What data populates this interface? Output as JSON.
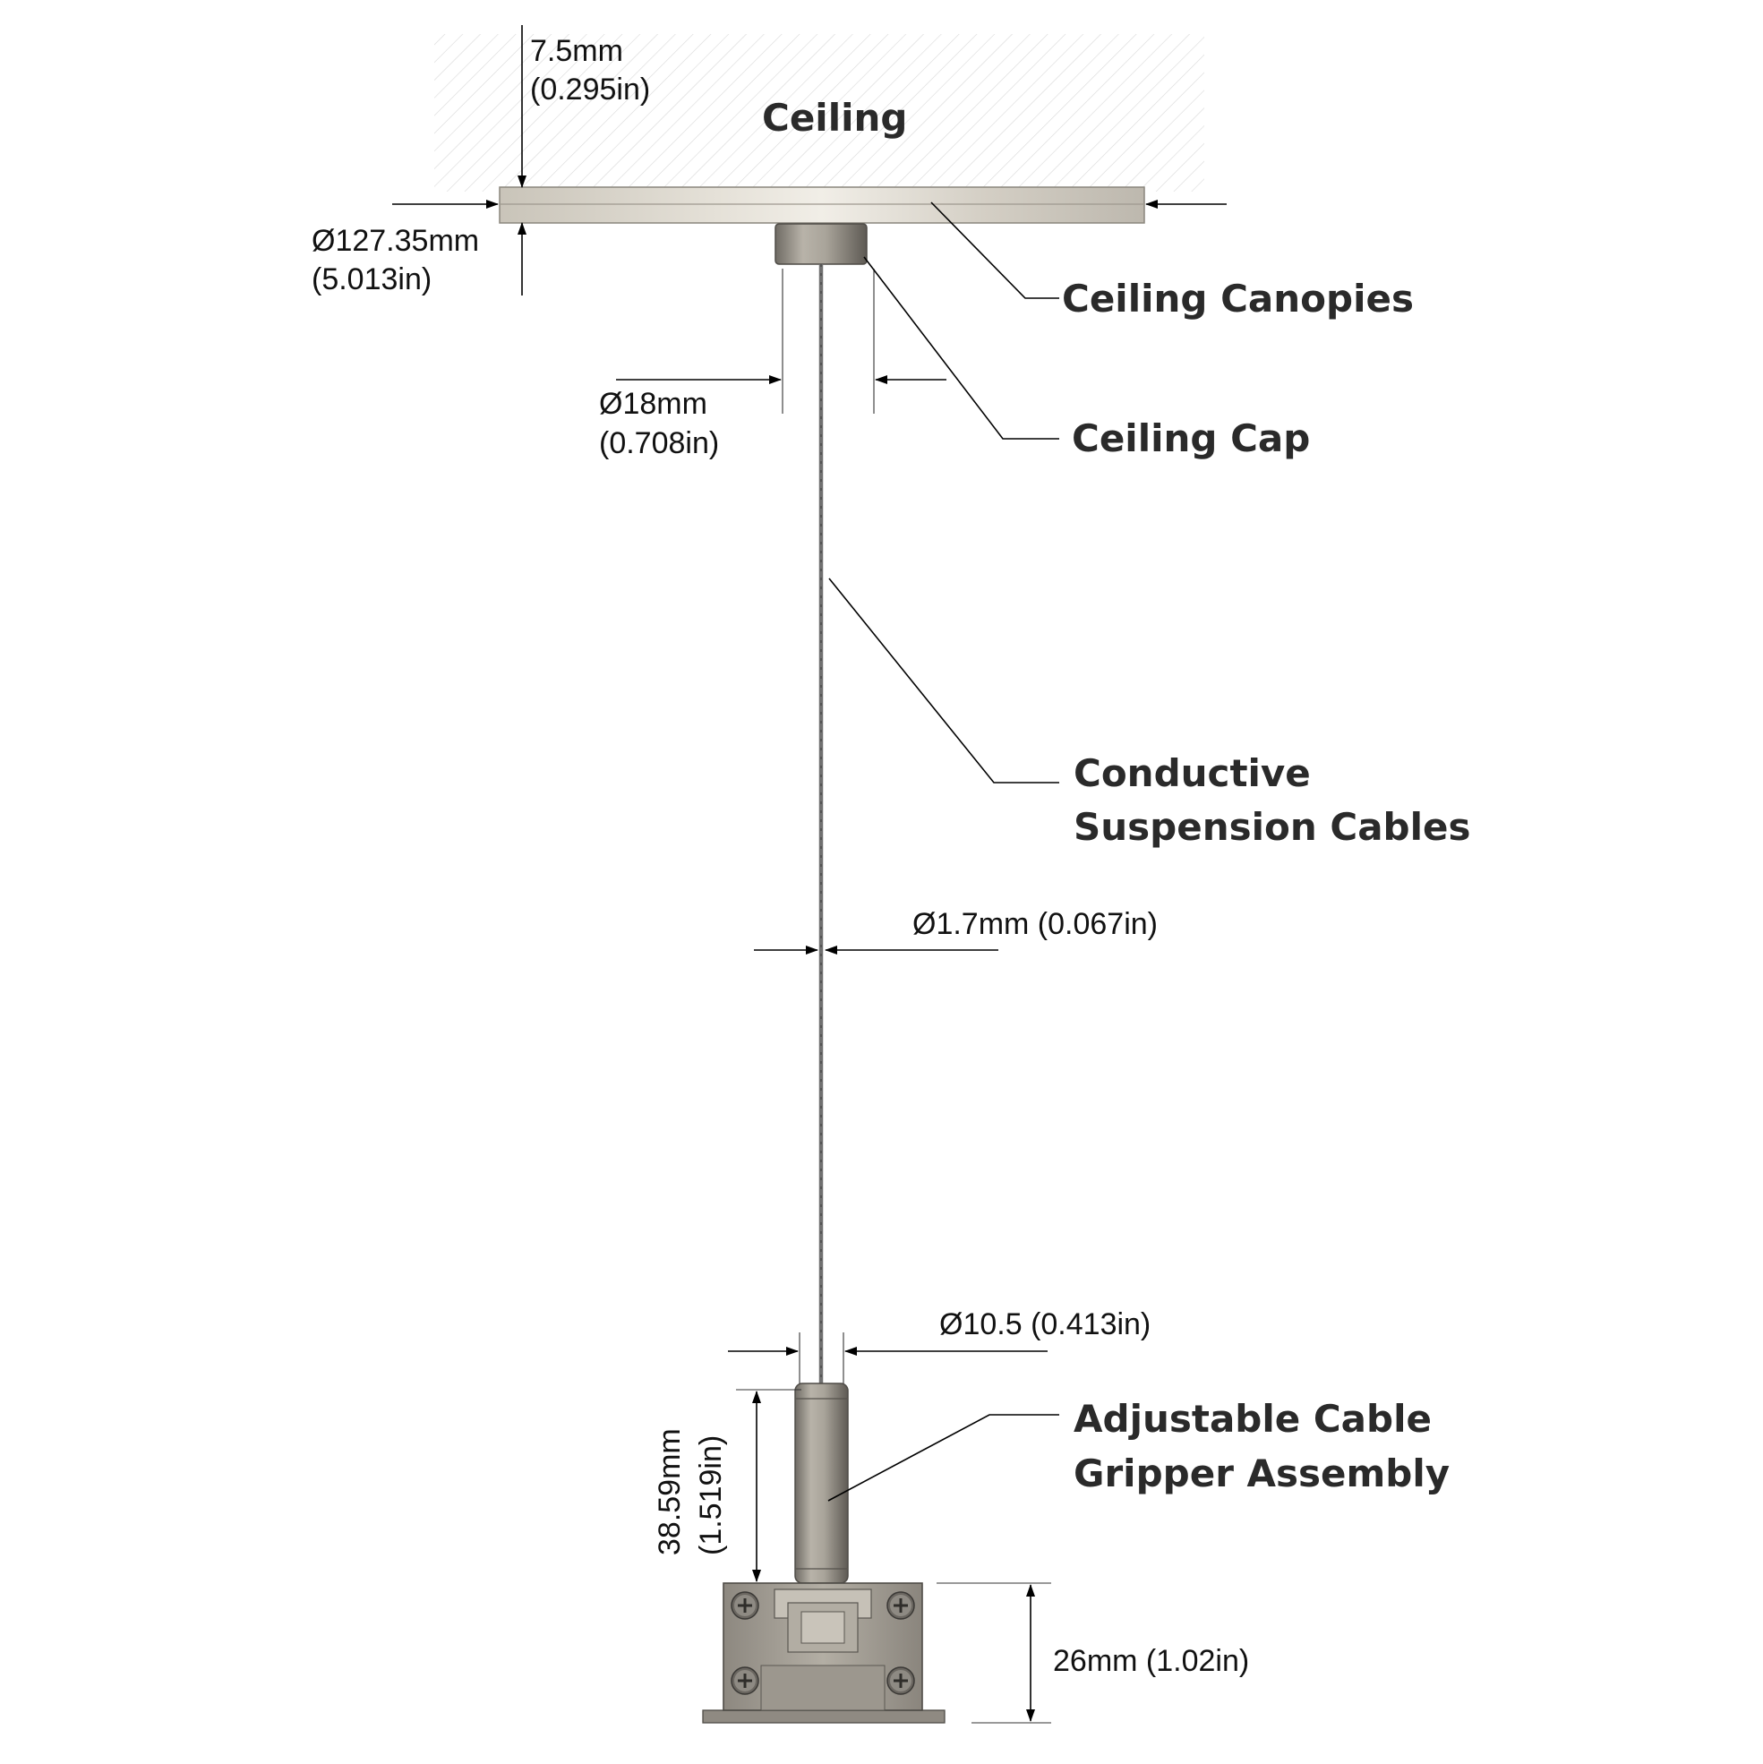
{
  "colors": {
    "metal_light": "#d8d4cb",
    "metal_mid": "#a9a49a",
    "metal_dark": "#6f6b64",
    "cable": "#707070",
    "hatch": "#d8d8d8",
    "line": "#000000"
  },
  "ceiling": {
    "label": "Ceiling"
  },
  "dimensions": {
    "canopy_thickness": {
      "mm": "7.5mm",
      "in": "(0.295in)"
    },
    "canopy_diameter": {
      "mm": "Ø127.35mm",
      "in": "(5.013in)"
    },
    "cap_diameter": {
      "mm": "Ø18mm",
      "in": "(0.708in)"
    },
    "cable_diameter": {
      "text": "Ø1.7mm (0.067in)"
    },
    "gripper_diameter": {
      "text": "Ø10.5 (0.413in)"
    },
    "gripper_height": {
      "mm": "38.59mm",
      "in": "(1.519in)"
    },
    "base_height": {
      "text": "26mm (1.02in)"
    }
  },
  "callouts": {
    "canopies": "Ceiling Canopies",
    "cap": "Ceiling Cap",
    "cable_line1": "Conductive",
    "cable_line2": "Suspension Cables",
    "gripper_line1": "Adjustable Cable",
    "gripper_line2": "Gripper Assembly"
  },
  "icons": [
    "screw-head-icon"
  ]
}
